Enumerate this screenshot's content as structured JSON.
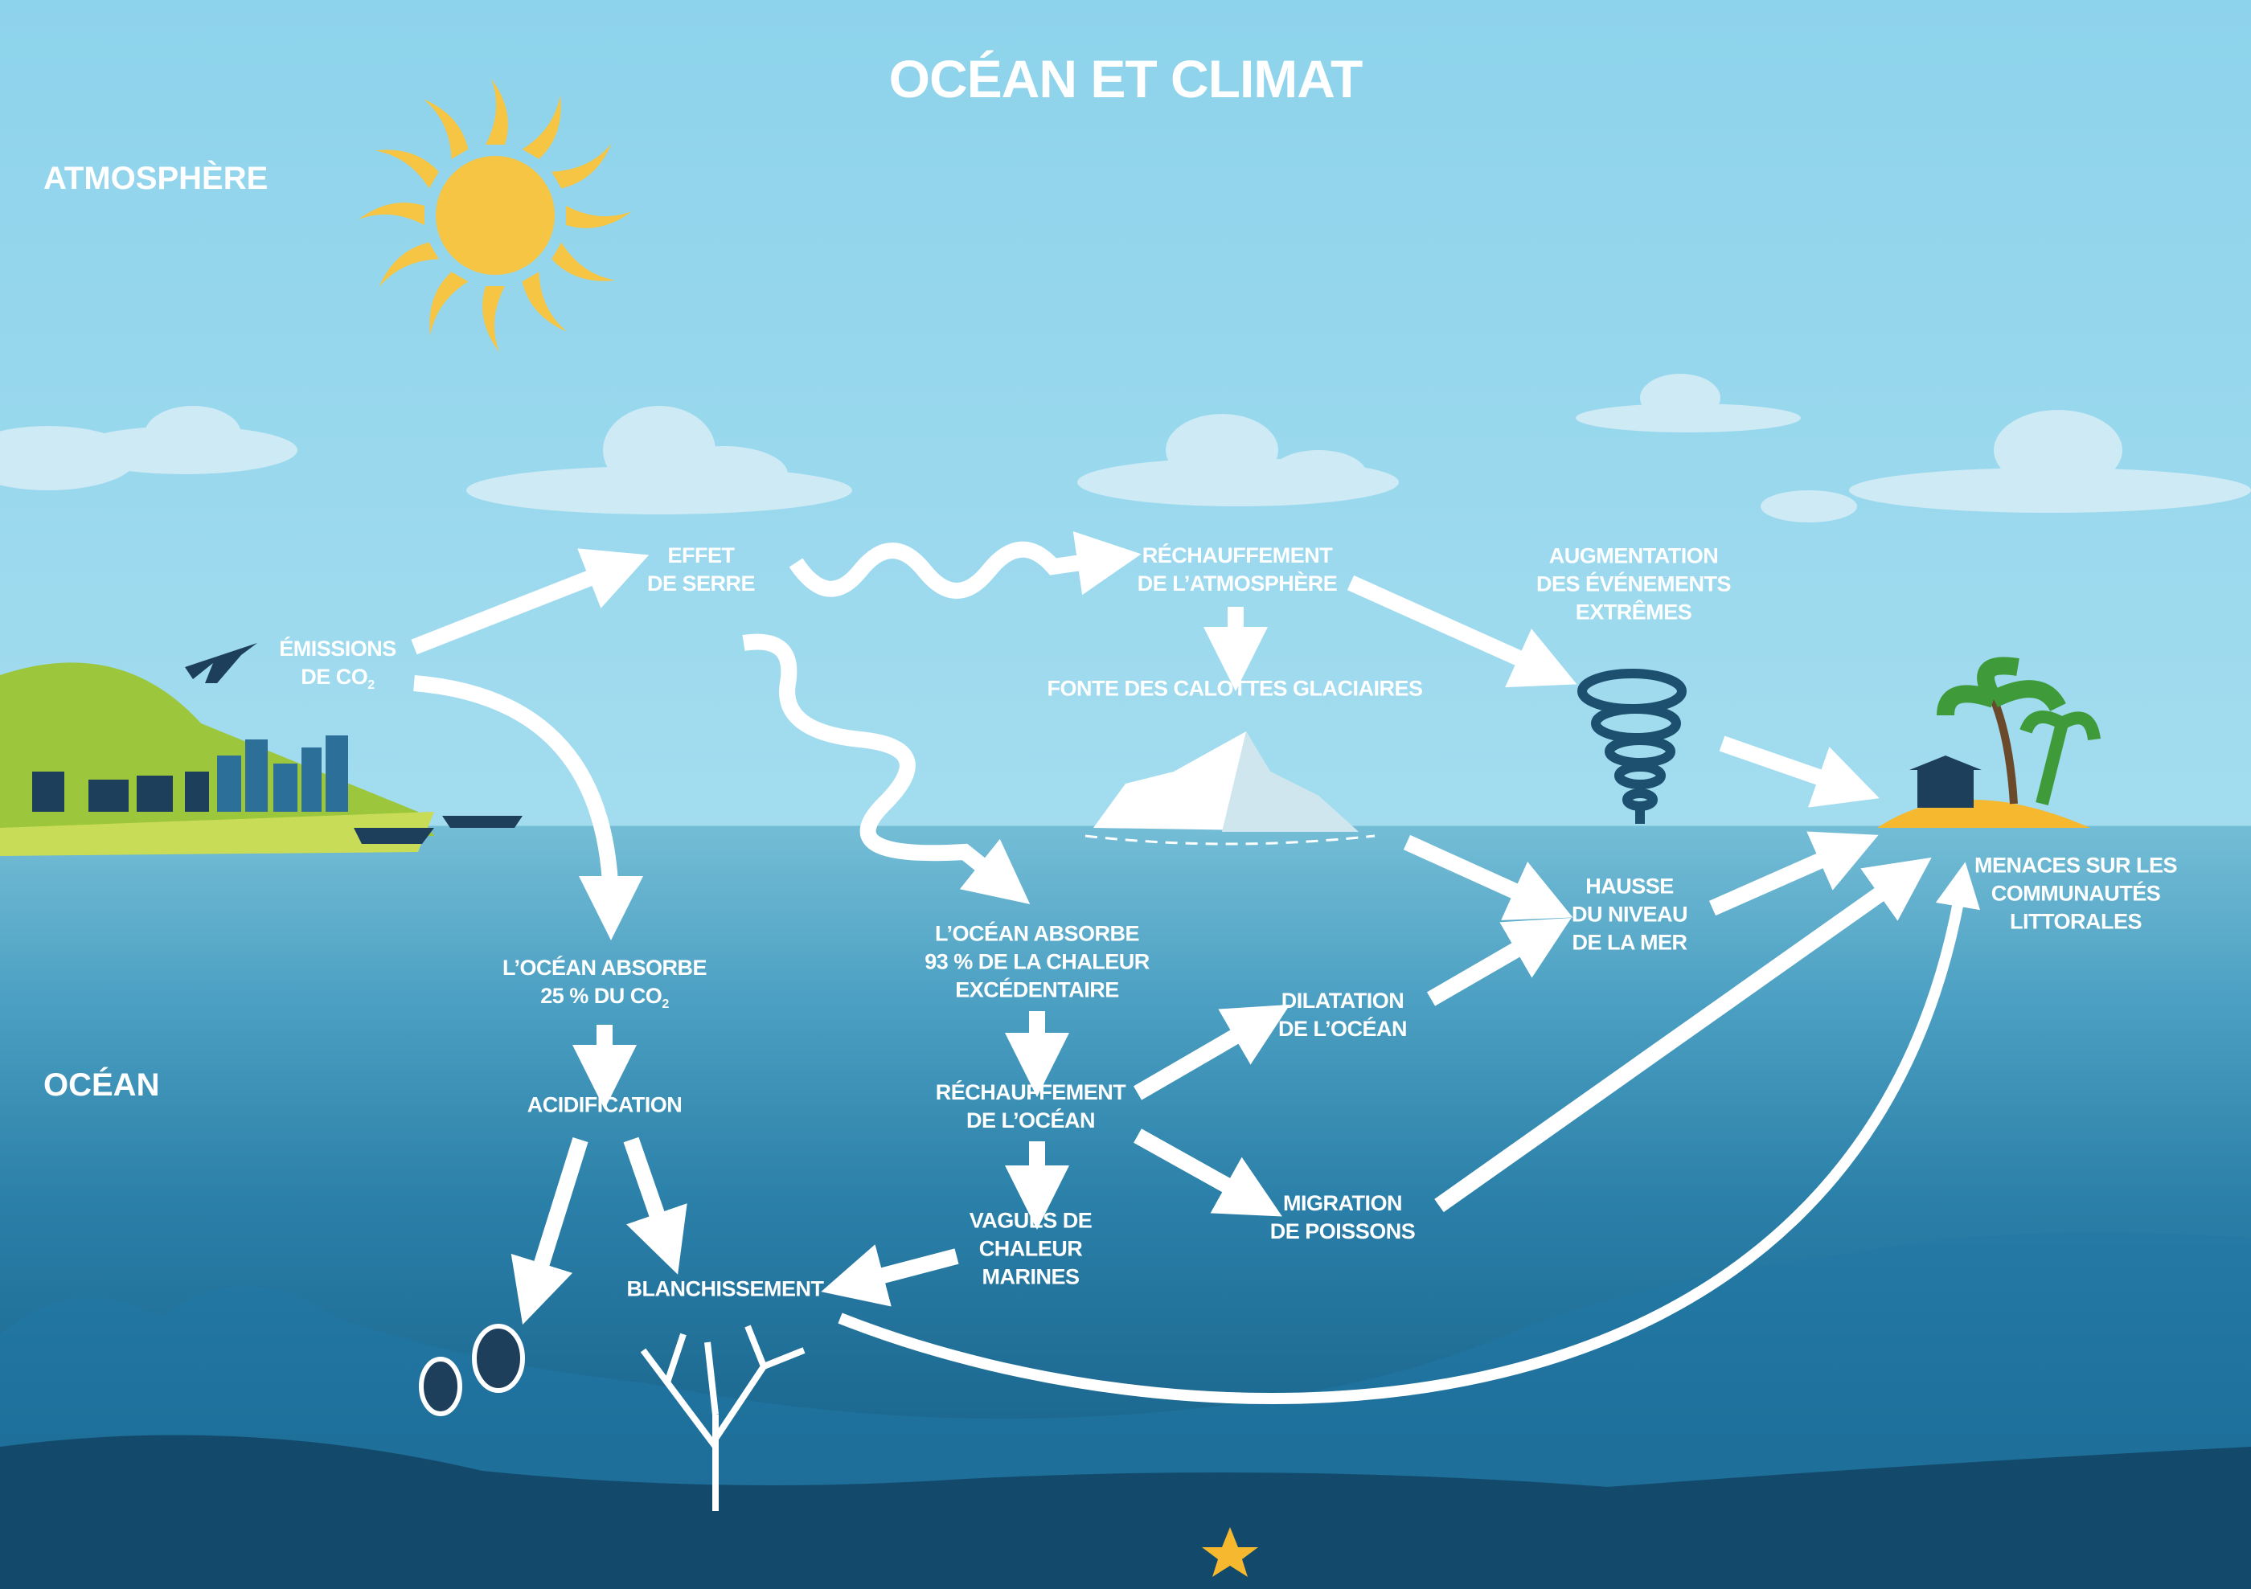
{
  "title": "OCÉAN ET CLIMAT",
  "zones": {
    "atmosphere": "ATMOSPHÈRE",
    "ocean": "OCÉAN"
  },
  "labels": {
    "emissions": {
      "l1": "ÉMISSIONS",
      "l2": "DE CO",
      "sub": "2"
    },
    "effet_serre": {
      "l1": "EFFET",
      "l2": "DE SERRE"
    },
    "rechauffement_atm": {
      "l1": "RÉCHAUFFEMENT",
      "l2": "DE L’ATMOSPHÈRE"
    },
    "evenements_extremes": {
      "l1": "AUGMENTATION",
      "l2": "DES ÉVÉNEMENTS",
      "l3": "EXTRÊMES"
    },
    "fonte": {
      "l1": "FONTE DES CALOTTES GLACIAIRES"
    },
    "hausse_niveau": {
      "l1": "HAUSSE",
      "l2": "DU NIVEAU",
      "l3": "DE LA MER"
    },
    "menaces": {
      "l1": "MENACES SUR LES",
      "l2": "COMMUNAUTÉS",
      "l3": "LITTORALES"
    },
    "absorbe_co2": {
      "l1": "L’OCÉAN ABSORBE",
      "l2": "25 % DU CO",
      "sub": "2"
    },
    "acidification": {
      "l1": "ACIDIFICATION"
    },
    "absorbe_chaleur": {
      "l1": "L’OCÉAN ABSORBE",
      "l2": "93 % DE LA CHALEUR",
      "l3": "EXCÉDENTAIRE"
    },
    "rechauffement_ocean": {
      "l1": "RÉCHAUFFEMENT",
      "l2": "DE L’OCÉAN"
    },
    "dilatation": {
      "l1": "DILATATION",
      "l2": "DE L’OCÉAN"
    },
    "migration": {
      "l1": "MIGRATION",
      "l2": "DE POISSONS"
    },
    "vagues": {
      "l1": "VAGUES DE",
      "l2": "CHALEUR",
      "l3": "MARINES"
    },
    "blanchissement": {
      "l1": "BLANCHISSEMENT"
    }
  },
  "colors": {
    "sky": "#8dd3eb",
    "ocean_deep": "#175a80",
    "sun": "#f6c543",
    "arrow": "#ffffff",
    "land": "#9cc63b",
    "dark": "#1d3f5c"
  }
}
